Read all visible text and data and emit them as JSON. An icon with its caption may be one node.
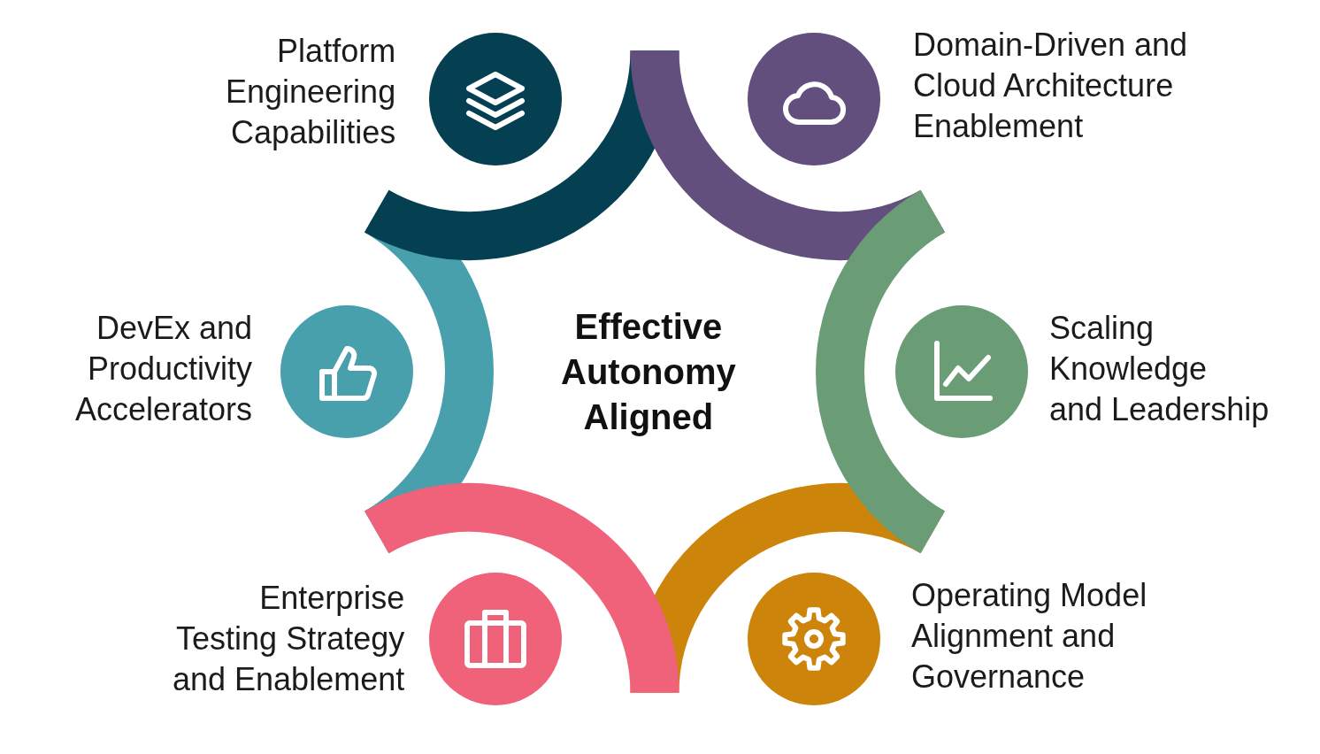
{
  "diagram": {
    "nodes": [
      {
        "text": [
          "Platform Engineering Capabilities"
        ]
      },
      {
        "text": [
          "Domain-Driven and Cloud Architecture Enablement"
        ]
      },
      {
        "text": [
          "DevEx and Productivity Accelerators"
        ]
      },
      {
        "text": [
          "Effective Autonomy Aligned"
        ]
      },
      {
        "text": [
          "Scaling Knowledge and Leadership"
        ]
      },
      {
        "text": [
          "Enterprise Testing Strategy and Enablement"
        ]
      },
      {
        "text": [
          "Operating Model Alignment and Governance"
        ]
      }
    ]
  }
}
